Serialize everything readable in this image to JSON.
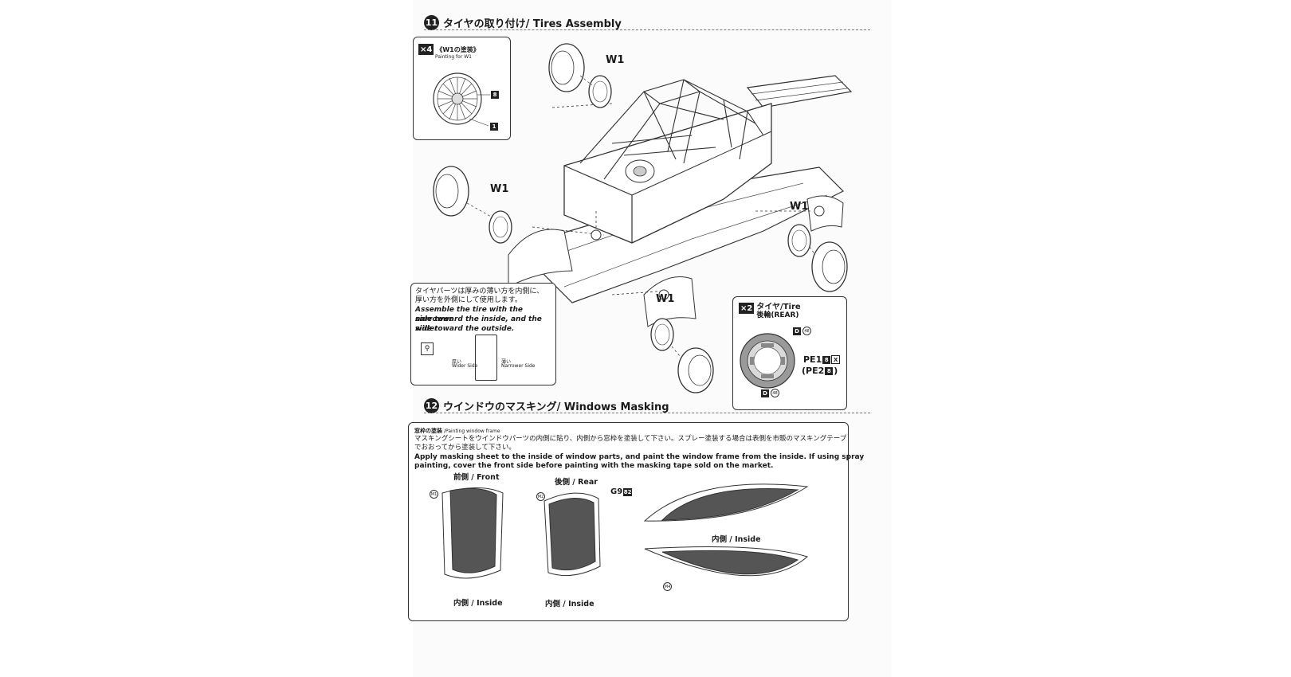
{
  "step11": {
    "number": "11",
    "title": "タイヤの取り付け/ Tires Assembly",
    "paint_box": {
      "qty": "×4",
      "title_jp": "《W1の塗装》",
      "title_en": "Painting for W1",
      "color_a": "8",
      "color_b": "1"
    },
    "w1_labels": [
      "W1",
      "W1",
      "W1",
      "W1"
    ],
    "note_box": {
      "jp_line1": "タイヤパーツは厚みの薄い方を内側に、",
      "jp_line2": "厚い方を外側にして使用します。",
      "en_line1": "Assemble the tire with the narrower",
      "en_line2": "side toward the inside, and the wider",
      "en_line3": "side toward the outside.",
      "wide_jp": "厚い",
      "wide_en": "Wider Side",
      "narrow_jp": "薄い",
      "narrow_en": "Narrower Side"
    },
    "rear_box": {
      "qty": "×2",
      "title": "タイヤ/Tire",
      "subtitle": "後輪(REAR)",
      "top_part": "D",
      "top_num": "48",
      "bottom_part": "D",
      "bottom_num": "48",
      "pe1_text": "PE1",
      "pe1_color": "8",
      "pe1_x": "X",
      "pe2_open": "(PE2",
      "pe2_color": "8",
      "pe2_close": ")"
    }
  },
  "step12": {
    "number": "12",
    "title": "ウインドウのマスキング/ Windows Masking",
    "box": {
      "head_jp": "窓枠の塗装",
      "head_en": "/Painting window frame",
      "jp_line1": "マスキングシートをウインドウパーツの内側に貼り、内側から窓枠を塗装して下さい。スプレー塗装する場合は表側を市販のマスキングテープ",
      "jp_line2": "でおおってから塗装して下さい。",
      "en_line1": "Apply masking sheet to the inside of window parts, and paint the window frame from the inside. If using spray",
      "en_line2": "painting, cover the front side before painting with the masking tape sold on the market.",
      "front_label": "前側 / Front",
      "rear_label": "後側 / Rear",
      "g9_text": "G9",
      "g9_color": "82",
      "m1": "M1",
      "m2": "M2",
      "m4": "M4",
      "inside_1": "内側 / Inside",
      "inside_2": "内側 / Inside",
      "inside_3": "内側 / Inside"
    }
  },
  "colors": {
    "ink": "#1a1a1a",
    "mask_fill": "#505050",
    "paper": "#fbfbfb"
  }
}
